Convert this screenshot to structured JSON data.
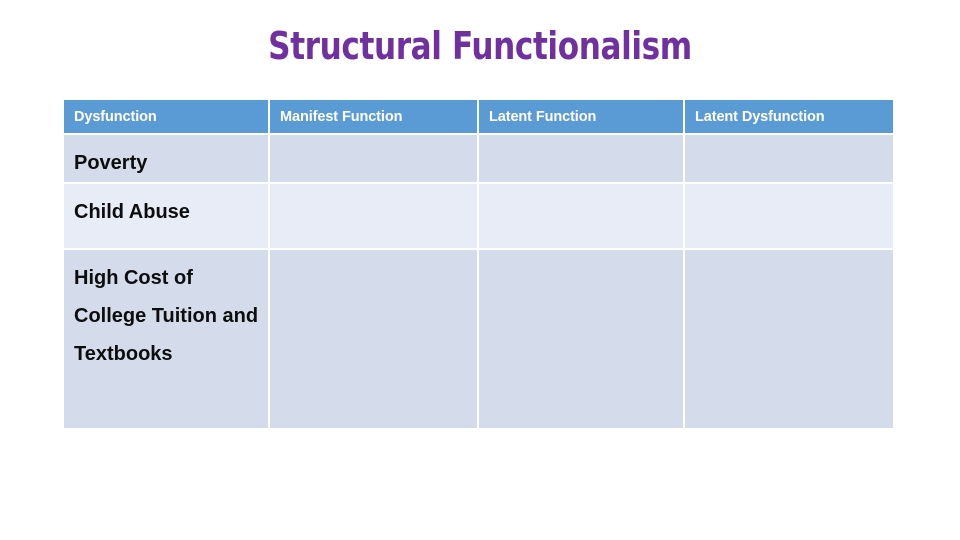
{
  "slide": {
    "title": "Structural Functionalism",
    "title_color": "#7030A0",
    "background_color": "#FFFFFF"
  },
  "table": {
    "header_bg": "#5B9BD5",
    "header_text_color": "#FFFFFF",
    "row_odd_bg": "#D4DCEC",
    "row_even_bg": "#E8ECF6",
    "gridline_color": "#FFFFFF",
    "headers": [
      "Dysfunction",
      "Manifest Function",
      "Latent Function",
      "Latent Dysfunction"
    ],
    "rows": [
      {
        "cells": [
          "Poverty",
          "",
          "",
          ""
        ]
      },
      {
        "cells": [
          "Child Abuse",
          "",
          "",
          ""
        ]
      },
      {
        "cells": [
          "High Cost of College Tuition and Textbooks",
          "",
          "",
          ""
        ]
      }
    ]
  }
}
